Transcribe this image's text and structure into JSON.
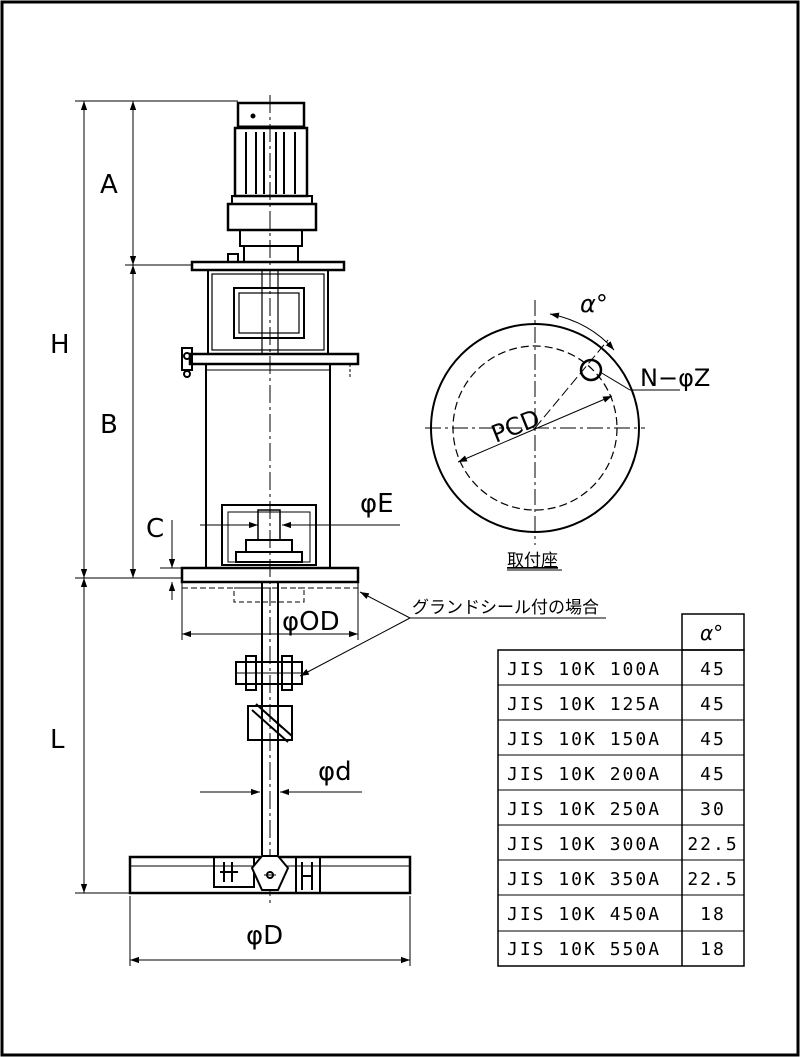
{
  "dimensions": {
    "A": "A",
    "H": "H",
    "B": "B",
    "C": "C",
    "L": "L",
    "phi_E": "φE",
    "phi_OD": "φOD",
    "phi_d": "φd",
    "phi_D": "φD"
  },
  "flange": {
    "alpha": "α°",
    "pcd": "PCD",
    "bolt": "N−φZ",
    "caption": "取付座"
  },
  "gland_note": "グランドシール付の場合",
  "table": {
    "header_alpha": "α°",
    "rows": [
      {
        "name": "JIS 10K 100A",
        "alpha": "45"
      },
      {
        "name": "JIS 10K 125A",
        "alpha": "45"
      },
      {
        "name": "JIS 10K 150A",
        "alpha": "45"
      },
      {
        "name": "JIS 10K 200A",
        "alpha": "45"
      },
      {
        "name": "JIS 10K 250A",
        "alpha": "30"
      },
      {
        "name": "JIS 10K 300A",
        "alpha": "22.5"
      },
      {
        "name": "JIS 10K 350A",
        "alpha": "22.5"
      },
      {
        "name": "JIS 10K 450A",
        "alpha": "18"
      },
      {
        "name": "JIS 10K 550A",
        "alpha": "18"
      }
    ]
  }
}
